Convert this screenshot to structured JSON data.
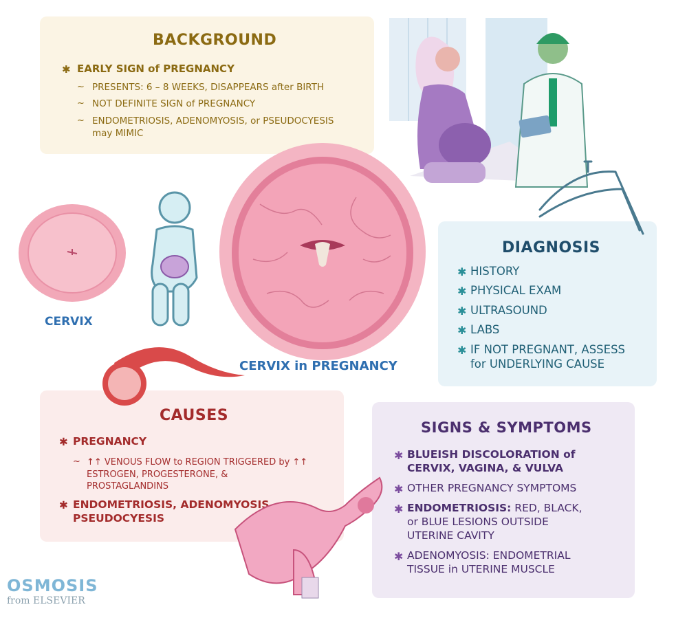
{
  "background": {
    "title": "BACKGROUND",
    "main": "EARLY SIGN of PREGNANCY",
    "subs": [
      "PRESENTS: 6 – 8 WEEKS, DISAPPEARS after BIRTH",
      "NOT DEFINITE SIGN of PREGNANCY",
      "ENDOMETRIOSIS, ADENOMYOSIS, or PSEUDOCYESIS",
      "may MIMIC"
    ]
  },
  "diagnosis": {
    "title": "DIAGNOSIS",
    "items": [
      "HISTORY",
      "PHYSICAL EXAM",
      "ULTRASOUND",
      "LABS",
      "IF NOT PREGNANT, ASSESS",
      "for UNDERLYING CAUSE"
    ]
  },
  "causes": {
    "title": "CAUSES",
    "item1": "PREGNANCY",
    "item1_sub": [
      "↑↑ VENOUS FLOW to REGION TRIGGERED by ↑↑",
      "ESTROGEN, PROGESTERONE, &",
      "PROSTAGLANDINS"
    ],
    "item2": [
      "ENDOMETRIOSIS, ADENOMYOSIS,",
      "PSEUDOCYESIS"
    ]
  },
  "signs": {
    "title": "SIGNS & SYMPTOMS",
    "item1": [
      "BLUEISH DISCOLORATION of",
      "CERVIX, VAGINA, & VULVA"
    ],
    "item2": "OTHER PREGNANCY SYMPTOMS",
    "item3_bold": "ENDOMETRIOSIS:",
    "item3": [
      " RED, BLACK,",
      "or BLUE LESIONS OUTSIDE",
      "UTERINE CAVITY"
    ],
    "item4": [
      "ADENOMYOSIS: ENDOMETRIAL",
      "TISSUE in UTERINE MUSCLE"
    ]
  },
  "labels": {
    "cervix": "CERVIX",
    "cervix_pregnancy": "CERVIX in PREGNANCY"
  },
  "logo": {
    "name": "OSMOSIS",
    "sub": "from ELSEVIER"
  },
  "colors": {
    "background_panel": "#fbf4e4",
    "diagnosis_panel": "#e8f3f8",
    "causes_panel": "#fbeceb",
    "signs_panel": "#efe9f4",
    "cervix_pink": "#f3a0b5",
    "label_blue": "#2f6fb0"
  },
  "icons": [
    "speculum-icon",
    "baby-in-body-icon",
    "blood-vessel-icon",
    "uterus-icon",
    "doctor-patient-illustration"
  ]
}
